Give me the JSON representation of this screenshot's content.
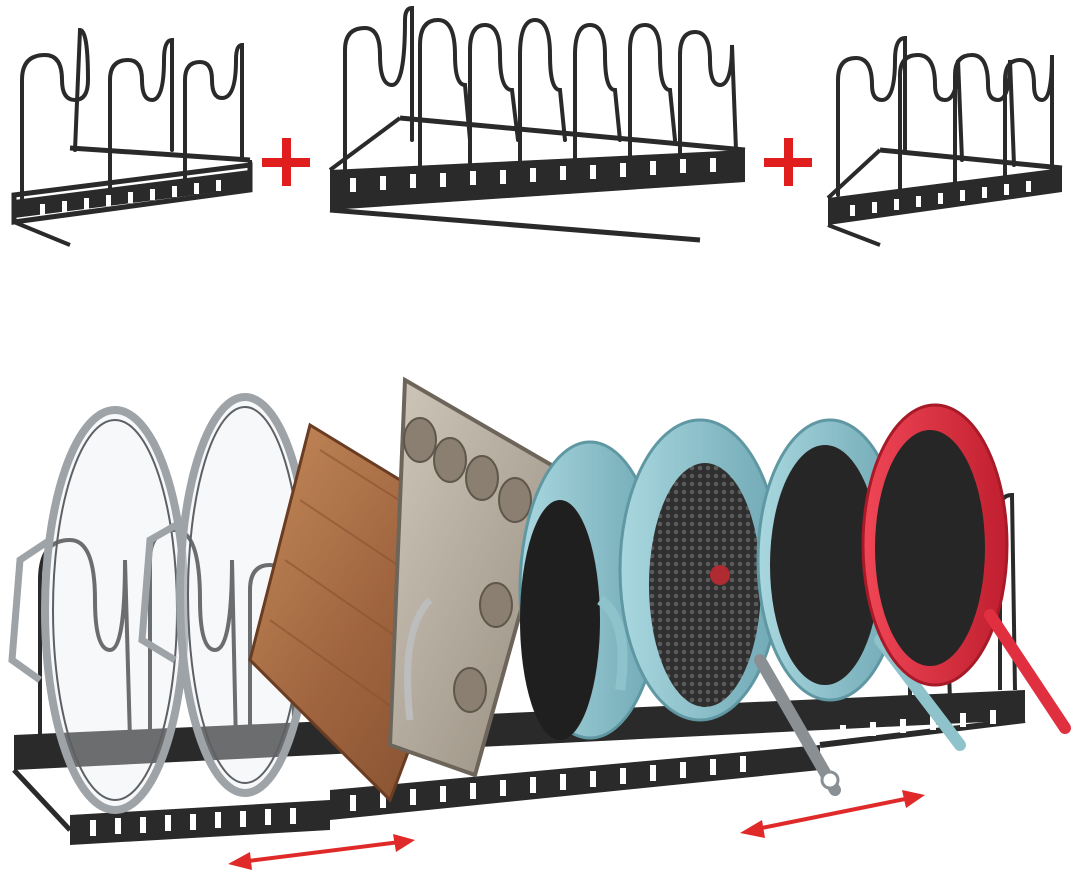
{
  "scene": {
    "top_row": {
      "modules": [
        {
          "name": "small-rack-left",
          "dividers": 3
        },
        {
          "name": "large-rack-center",
          "dividers": 7
        },
        {
          "name": "small-rack-right",
          "dividers": 4
        }
      ],
      "connector_symbol": "plus-icon"
    },
    "bottom_row": {
      "items": [
        "glass-lid",
        "glass-lid",
        "cutting-board",
        "muffin-pan",
        "blue-pot",
        "blue-frying-pan",
        "black-frying-pan",
        "red-frying-pan"
      ],
      "arrow_icon": "double-arrow-icon"
    }
  },
  "colors": {
    "rack": "#2a2a2a",
    "plus_sign": "#e01e1e",
    "arrow": "#e02a2a",
    "lid_rim": "#9ea3a8",
    "wood": "#a0653f",
    "muffin_pan": "#b3aa9c",
    "pan_blue": "#8fc3cc",
    "pan_red": "#e0303f",
    "pan_interior": "#2b2b2b"
  }
}
